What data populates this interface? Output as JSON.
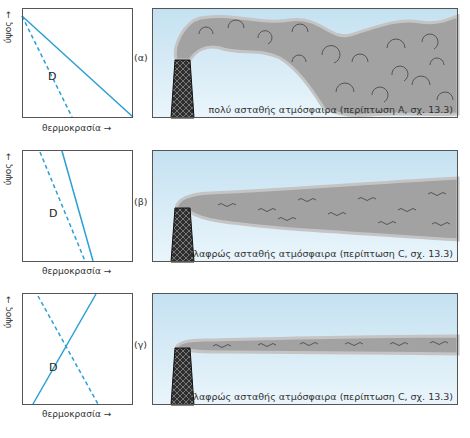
{
  "diagram": {
    "nodes": [
      {
        "text": [
          "D"
        ]
      },
      {
        "text": [
          "πολύ ασταθής ατμόσφαιρα (περίπτωση Α, σχ. 13.3)"
        ]
      },
      {
        "text": [
          "D"
        ]
      },
      {
        "text": [
          "ελαφρώς ασταθής ατμόσφαιρα (περίπτωση C, σχ. 13.3)"
        ]
      },
      {
        "text": [
          "D"
        ]
      },
      {
        "text": [
          "ελαφρώς ασταθής ατμόσφαιρα (περίπτωση C, σχ. 13.3)"
        ]
      }
    ],
    "labels": [
      "ύψος →",
      "θερμοκρασία →",
      "(α)",
      "ύψος →",
      "θερμοκρασία →",
      "(β)",
      "ύψος →",
      "θερμοκρασία →",
      "(γ)"
    ]
  }
}
